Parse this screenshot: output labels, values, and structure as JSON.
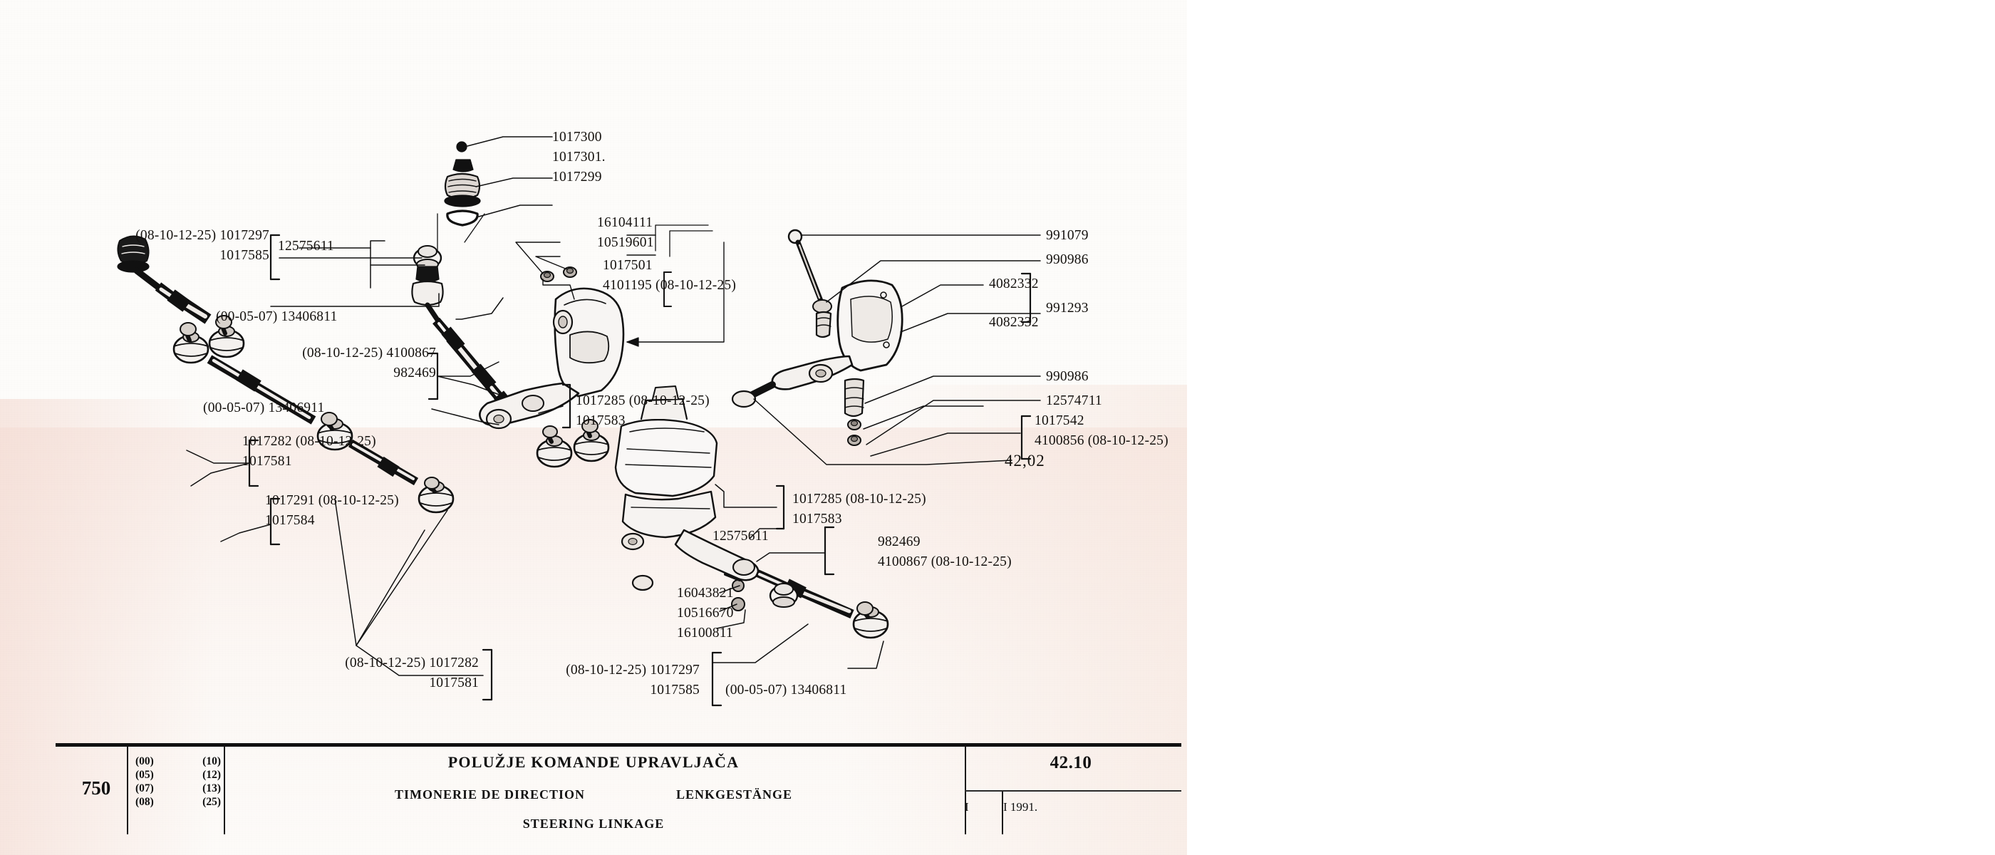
{
  "plate": {
    "group_number": "750",
    "plate_number": "42.10",
    "revision": "I",
    "date": "I 1991.",
    "cross_reference": "42,02",
    "codes": [
      {
        "left": "(00)",
        "right": "(10)"
      },
      {
        "left": "(05)",
        "right": "(12)"
      },
      {
        "left": "(07)",
        "right": "(13)"
      },
      {
        "left": "(08)",
        "right": "(25)"
      }
    ],
    "title_sr": "POLUŽJE KOMANDE UPRAVLJAČA",
    "title_fr": "TIMONERIE DE DIRECTION",
    "title_de": "LENKGESTÄNGE",
    "title_en": "STEERING LINKAGE"
  },
  "callouts": {
    "top_ball_stud": "1017300",
    "top_boot": "1017301.",
    "top_ring": "1017299",
    "ul_1": "(08-10-12-25) 1017297",
    "ul_2": "1017585",
    "ul_clamp": "12575611",
    "ul_3": "(00-05-07) 13406811",
    "ul_4": "(08-10-12-25) 4100867",
    "ul_5": "982469",
    "ul_6": "(00-05-07) 13406911",
    "ml_1": "1017282 (08-10-12-25)",
    "ml_2": "1017581",
    "ml_3": "1017291 (08-10-12-25)",
    "ml_4": "1017584",
    "ct_1": "16104111",
    "ct_2": "10519601",
    "ct_3": "1017501",
    "ct_4": "4101195 (08-10-12-25)",
    "ct_5": "1017285 (08-10-12-25)",
    "ct_6": "1017583",
    "r_1": "991079",
    "r_2": "990986",
    "r_3": "4082332",
    "r_4": "991293",
    "r_5": "4082332",
    "r_6": "990986",
    "r_7": "12574711",
    "r_8": "1017542",
    "r_9": "4100856 (08-10-12-25)",
    "cb_1": "1017285 (08-10-12-25)",
    "cb_2": "1017583",
    "cb_3": "12575611",
    "cb_4": "982469",
    "cb_5": "4100867 (08-10-12-25)",
    "cb_6": "16043821",
    "cb_7": "10516670",
    "cb_8": "16100811",
    "bl_1": "(08-10-12-25) 1017282",
    "bl_2": "1017581",
    "bc_1": "(08-10-12-25) 1017297",
    "bc_2": "1017585",
    "bc_3": "(00-05-07) 13406811"
  }
}
